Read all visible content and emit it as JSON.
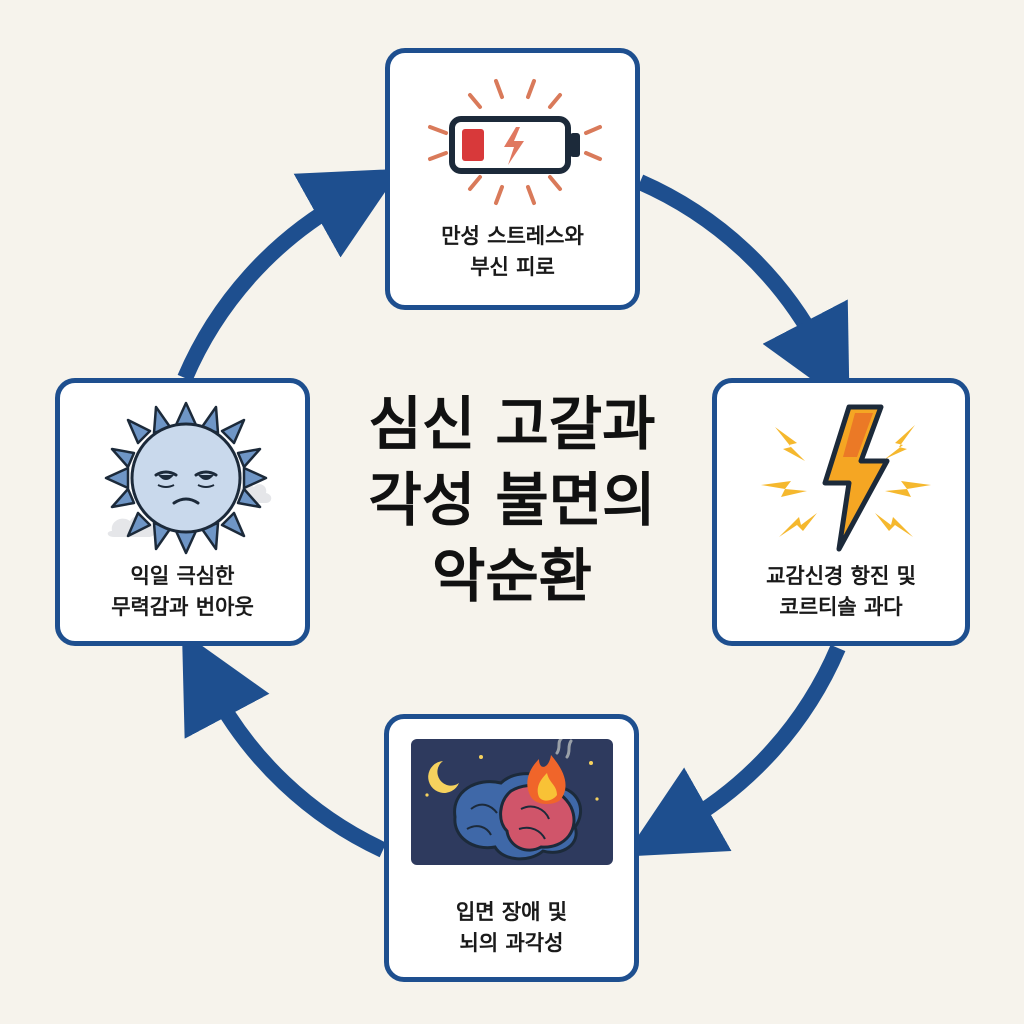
{
  "title_lines": [
    "심신 고갈과",
    "각성 불면의",
    "악순환"
  ],
  "nodes": [
    {
      "id": "top",
      "lines": [
        "만성 스트레스와",
        "부신 피로"
      ],
      "icon": "low-battery-icon"
    },
    {
      "id": "right",
      "lines": [
        "교감신경 항진 및",
        "코르티솔 과다"
      ],
      "icon": "lightning-bolt-icon"
    },
    {
      "id": "bottom",
      "lines": [
        "입면 장애 및",
        "뇌의 과각성"
      ],
      "icon": "burning-brain-icon"
    },
    {
      "id": "left",
      "lines": [
        "익일 극심한",
        "무력감과 번아웃"
      ],
      "icon": "tired-sun-icon"
    }
  ],
  "colors": {
    "arrow": "#1e4f8f",
    "card_border": "#1e4f8f",
    "background": "#f6f3ec",
    "battery_low": "#d8393a",
    "bolt": "#f5a623"
  }
}
